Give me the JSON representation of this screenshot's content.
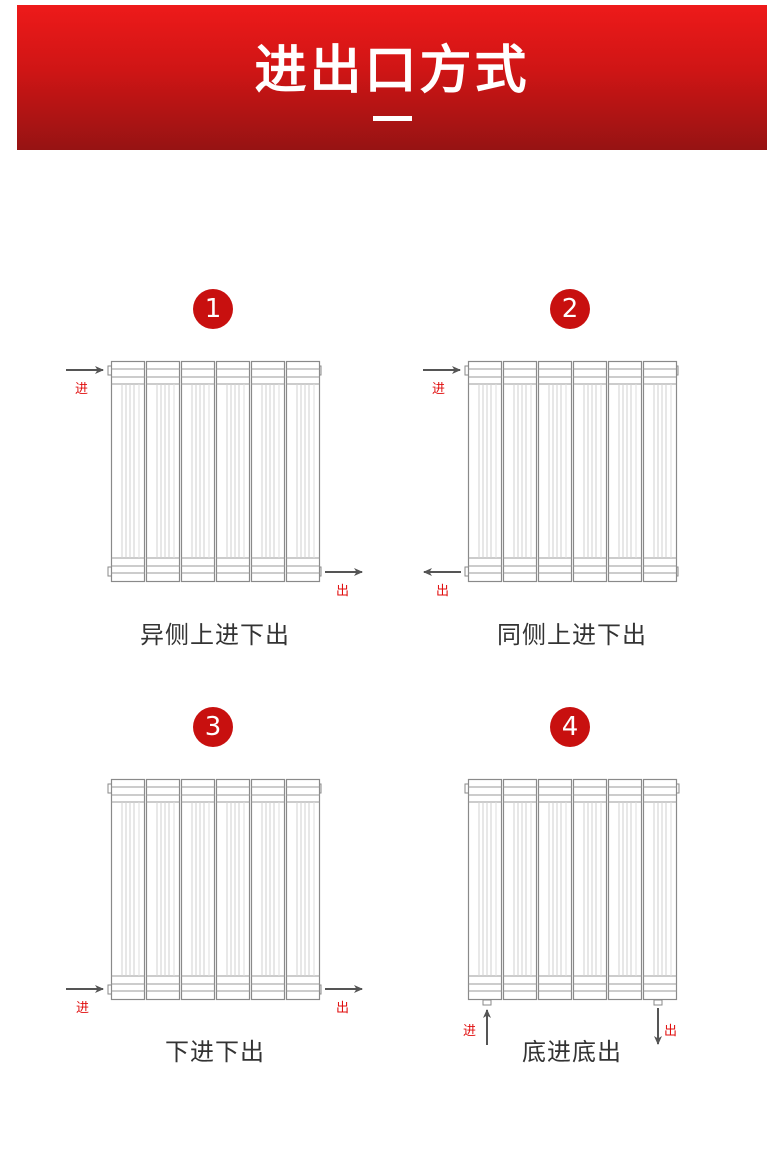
{
  "header": {
    "title": "进出口方式",
    "gradient_top": "#ee1a1a",
    "gradient_bottom": "#961313"
  },
  "colors": {
    "badge": "#c8100f",
    "flow_label": "#e00d0d",
    "caption": "#333333",
    "arrow": "#555555",
    "radiator_outline": "#8a8a8a",
    "radiator_inner": "#cfcfcf"
  },
  "radiator": {
    "columns": 6
  },
  "diagrams": [
    {
      "number": "1",
      "caption": "异侧上进下出",
      "inlet": {
        "label": "进",
        "position": "top-left",
        "arrow": "right"
      },
      "outlet": {
        "label": "出",
        "position": "bottom-right",
        "arrow": "right"
      }
    },
    {
      "number": "2",
      "caption": "同侧上进下出",
      "inlet": {
        "label": "进",
        "position": "top-left",
        "arrow": "right"
      },
      "outlet": {
        "label": "出",
        "position": "bottom-left",
        "arrow": "left"
      }
    },
    {
      "number": "3",
      "caption": "下进下出",
      "inlet": {
        "label": "进",
        "position": "bottom-left",
        "arrow": "right"
      },
      "outlet": {
        "label": "出",
        "position": "bottom-right",
        "arrow": "right"
      }
    },
    {
      "number": "4",
      "caption": "底进底出",
      "inlet": {
        "label": "进",
        "position": "underside-left",
        "arrow": "up"
      },
      "outlet": {
        "label": "出",
        "position": "underside-right",
        "arrow": "down"
      }
    }
  ]
}
